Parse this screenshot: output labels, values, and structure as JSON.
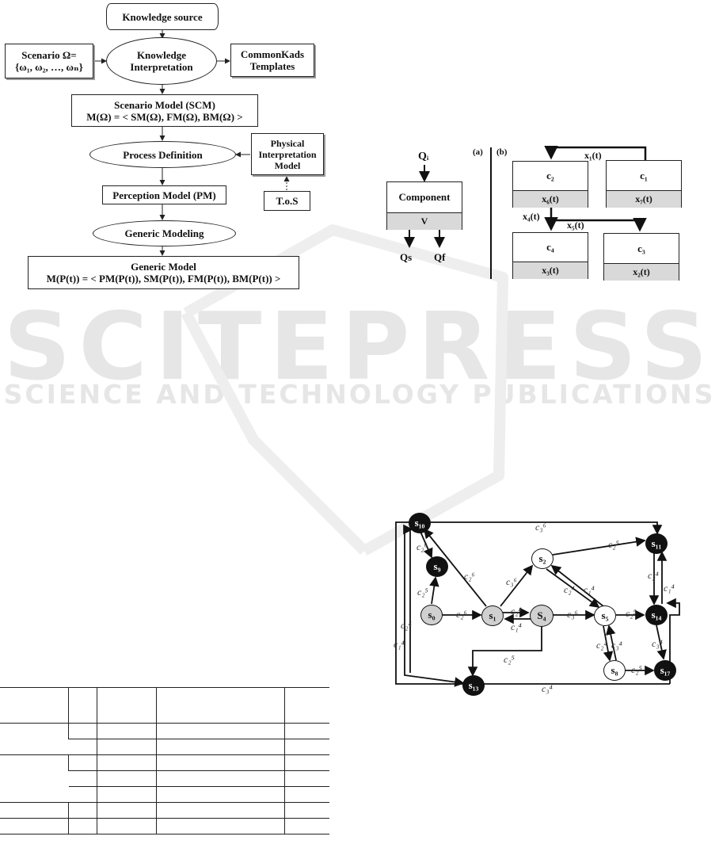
{
  "watermark": {
    "line1": "SCITEPRESS",
    "line2": "SCIENCE AND TECHNOLOGY PUBLICATIONS"
  },
  "flowchart": {
    "knowledge_source": "Knowledge source",
    "scenario": "Scenario Ω=",
    "scenario_set": "{ω₁, ω₂, …, ωₙ}",
    "knowledge_interpretation_1": "Knowledge",
    "knowledge_interpretation_2": "Interpretation",
    "commonkads_1": "CommonKads",
    "commonkads_2": "Templates",
    "scm_title": "Scenario Model (SCM)",
    "scm_formula": "M(Ω) = < SM(Ω), FM(Ω), BM(Ω) >",
    "process_definition": "Process Definition",
    "physical_1": "Physical",
    "physical_2": "Interpretation",
    "physical_3": "Model",
    "perception_model": "Perception Model (PM)",
    "tos": "T.o.S",
    "generic_modeling": "Generic Modeling",
    "generic_model_title": "Generic Model",
    "generic_model_formula": "M(P(t)) = < PM(P(t)), SM(P(t)), FM(P(t)), BM(P(t)) >"
  },
  "component_diagram": {
    "label_a": "(a)",
    "label_b": "(b)",
    "qi": "Qᵢ",
    "component": "Component",
    "v": "V",
    "qs": "Qs",
    "qf": "Qf",
    "c2": "c₂",
    "c1": "c₁",
    "c4": "c₄",
    "c3": "c₃",
    "x6": "x₆(t)",
    "x7": "x₇(t)",
    "x3": "x₃(t)",
    "x2": "x₂(t)",
    "x1": "x₁(t)",
    "x4": "x₄(t)",
    "x5": "x₅(t)"
  },
  "state_graph": {
    "states": {
      "s10": "s₁₀",
      "s9": "s₉",
      "s0": "s₀",
      "s1": "s₁",
      "s2": "s₂",
      "s4": "S₄",
      "s5": "s₅",
      "s8": "s₈",
      "s11": "s₁₁",
      "s14": "s₁₄",
      "s13": "s₁₃",
      "s17": "s₁₇"
    },
    "edges": {
      "c3_6_top": "c₃⁶",
      "c2_6_s10s9": "c₂⁶",
      "c2_5_s0s9": "c₂⁵",
      "c2_6_s1s10": "c₂⁶",
      "c3_6_s1s2": "c₃⁶",
      "c2_5_s2s11": "c₂⁵",
      "c2_4_s2s5": "c₂⁴",
      "c1_4_s5s2": "c₁⁴",
      "c2_4_s11s14": "c₂⁴",
      "c1_4_s14s11": "c₁⁴",
      "c2_6_s0s1": "c₂⁶",
      "c2_4_s1s4": "c₂⁴",
      "c1_4_s4s1": "c₁⁴",
      "c3_6_s4s5": "c₃⁶",
      "c2_5_s5s14": "c₂⁵",
      "c2_4_left": "c₂⁴",
      "c1_4_left": "c₁⁴",
      "c2_5_s4s13": "c₂⁵",
      "c2_4_s5s8": "c₂⁴",
      "c3_4_s8s5": "c₃⁴",
      "c3_4_s14s17": "c₃⁴",
      "c2_5_s8s17": "c₂⁵",
      "c3_4_bottom": "c₃⁴"
    }
  }
}
